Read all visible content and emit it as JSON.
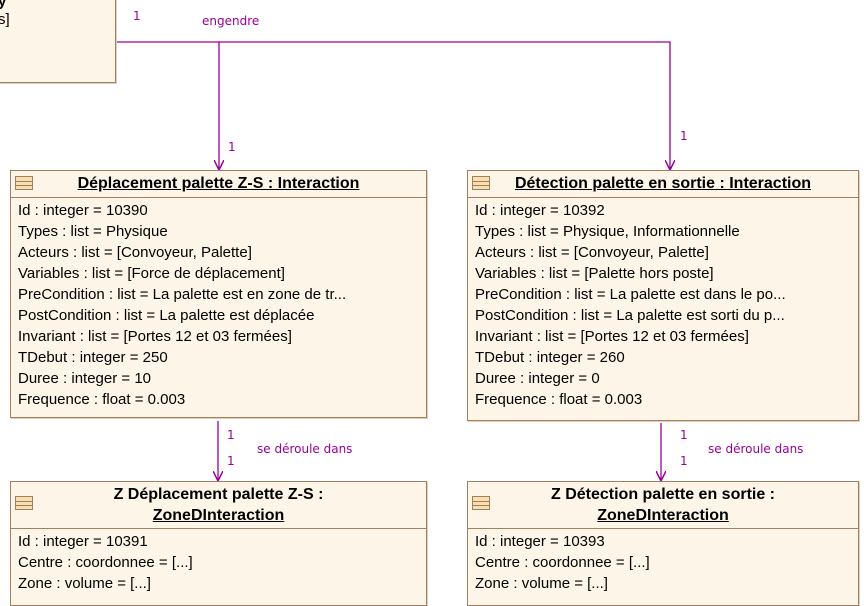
{
  "top_left_box": {
    "line1": "y",
    "line2": "s]"
  },
  "association_top": {
    "label": "engendre",
    "multiplicity_source": "1",
    "multiplicity_left": "1",
    "multiplicity_right": "1"
  },
  "association_left": {
    "label": "se déroule dans",
    "multiplicity_top": "1",
    "multiplicity_bottom": "1"
  },
  "association_right": {
    "label": "se déroule dans",
    "multiplicity_top": "1",
    "multiplicity_bottom": "1"
  },
  "class_deplacement": {
    "title": "Déplacement palette Z-S : Interaction",
    "attributes": [
      "Id : integer = 10390",
      "Types : list = Physique",
      "Acteurs : list = [Convoyeur, Palette]",
      "Variables : list = [Force de déplacement]",
      "PreCondition : list = La palette est en zone de tr...",
      "PostCondition : list = La palette est déplacée",
      "Invariant : list = [Portes 12 et 03 fermées]",
      "TDebut : integer = 250",
      "Duree : integer = 10",
      "Frequence : float = 0.003"
    ]
  },
  "class_detection": {
    "title": "Détection palette en sortie : Interaction",
    "attributes": [
      "Id : integer = 10392",
      "Types : list = Physique, Informationnelle",
      "Acteurs : list = [Convoyeur, Palette]",
      "Variables : list = [Palette hors poste]",
      "PreCondition : list = La palette est dans le po...",
      "PostCondition : list = La palette est sorti du p...",
      "Invariant : list = [Portes 12 et 03 fermées]",
      "TDebut : integer = 260",
      "Duree : integer = 0",
      "Frequence : float = 0.003"
    ]
  },
  "class_zone_deplacement": {
    "title_line1": "Z Déplacement palette Z-S :",
    "title_line2": "ZoneDInteraction",
    "attributes": [
      "Id : integer = 10391",
      "Centre : coordonnee = [...]",
      "Zone : volume = [...]"
    ]
  },
  "class_zone_detection": {
    "title_line1": "Z Détection palette en sortie :",
    "title_line2": "ZoneDInteraction",
    "attributes": [
      "Id : integer = 10393",
      "Centre : coordonnee = [...]",
      "Zone : volume = [...]"
    ]
  }
}
